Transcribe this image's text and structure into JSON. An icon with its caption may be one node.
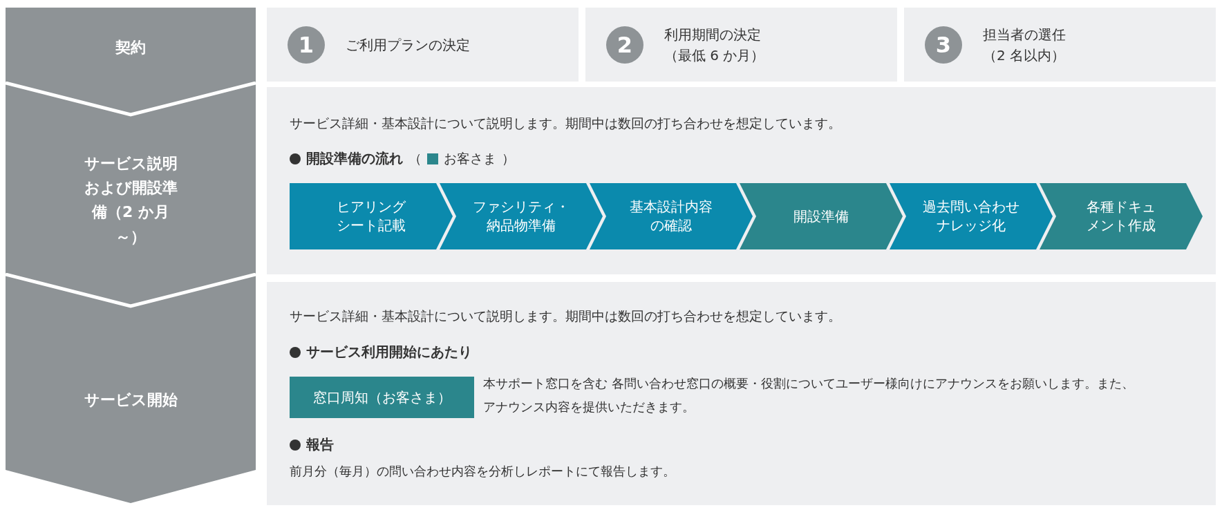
{
  "diagram": {
    "nodes": [
      {
        "text": [
          "契約"
        ]
      },
      {
        "text": [
          "1",
          "ご利用プランの決定"
        ]
      },
      {
        "text": [
          "2",
          "利用期間の決定（最低 6 か月）"
        ]
      },
      {
        "text": [
          "3",
          "担当者の選任（2 名以内）"
        ]
      },
      {
        "text": [
          "サービス説明および開設準備（2 か月～）"
        ]
      },
      {
        "text": [
          "サービス詳細・基本設計について説明します。期間中は数回の打ち合わせを想定しています。",
          "開設準備の流れ"
        ]
      },
      {
        "text": [
          "ヒアリングシート記載"
        ],
        "in": 5
      },
      {
        "text": [
          "ファシリティ・納品物準備"
        ],
        "in": 5
      },
      {
        "text": [
          "基本設計内容の確認"
        ],
        "in": 5
      },
      {
        "text": [
          "開設準備"
        ],
        "in": 5
      },
      {
        "text": [
          "過去問い合わせナレッジ化"
        ],
        "in": 5
      },
      {
        "text": [
          "各種ドキュメント作成"
        ],
        "in": 5
      },
      {
        "text": [
          "サービス開始"
        ]
      },
      {
        "text": [
          "サービス詳細・基本設計について説明します。期間中は数回の打ち合わせを想定しています。",
          "サービス利用開始にあたり",
          "報告",
          "前月分（毎月）の問い合わせ内容を分析しレポートにて報告します。"
        ]
      },
      {
        "text": [
          "窓口周知（お客さま）"
        ],
        "in": 13,
        "beside": [
          "本サポート窓口を含む 各問い合わせ窓口の概要・役割についてユーザー様向けにアナウンスをお願いします。また、アナウンス内容を提供いただきます。"
        ]
      }
    ],
    "labels": [
      "（",
      "）"
    ],
    "legend": [
      {
        "text": "お客さま",
        "color": "#2b868c"
      }
    ]
  }
}
